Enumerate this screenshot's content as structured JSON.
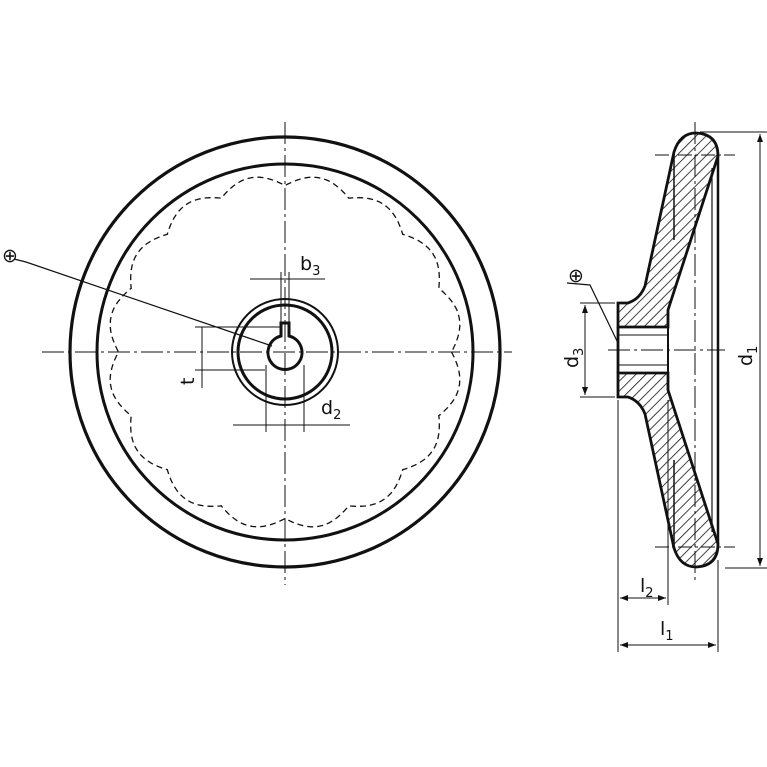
{
  "drawing": {
    "front_view": {
      "labels": {
        "b3": {
          "base": "b",
          "sub": "3"
        },
        "d2": {
          "base": "d",
          "sub": "2"
        },
        "t": {
          "base": "t"
        }
      },
      "symbol": "⊕"
    },
    "side_view": {
      "labels": {
        "d3": {
          "base": "d",
          "sub": "3"
        },
        "d1": {
          "base": "d",
          "sub": "1"
        },
        "l2": {
          "base": "l",
          "sub": "2"
        },
        "l1": {
          "base": "l",
          "sub": "1"
        }
      },
      "symbol": "⊕"
    },
    "scallop_count": 16
  }
}
